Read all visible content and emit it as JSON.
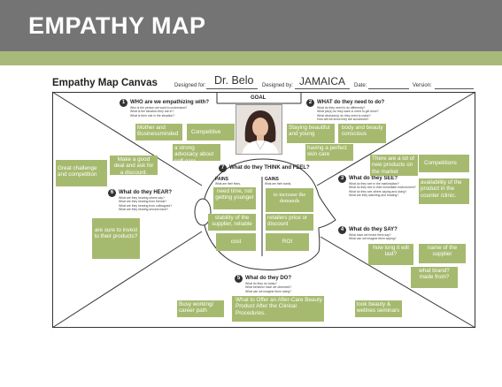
{
  "banner": {
    "title": "EMPATHY MAP"
  },
  "header": {
    "canvas_title": "Empathy Map Canvas",
    "designed_for_label": "Designed for:",
    "designed_for_value": "Dr. Belo",
    "designed_by_label": "Designed by:",
    "designed_by_value": "JAMAICA",
    "date_label": "Date:",
    "version_label": "Version:"
  },
  "goal_label": "GOAL",
  "sections": {
    "who": {
      "number": "1",
      "title": "WHO are we empathizing with?",
      "lines": [
        "Who is the person we want to understand?",
        "What is the situation they are in?",
        "What is their role in the situation?"
      ]
    },
    "need": {
      "number": "2",
      "title": "WHAT do they need to do?",
      "lines": [
        "What do they need to do differently?",
        "What job(s) do they want or need to get done?",
        "What decision(s) do they need to make?",
        "How will we know they are successful?"
      ]
    },
    "see": {
      "number": "3",
      "title": "What do they SEE?",
      "lines": [
        "What do they see in the marketplace?",
        "What do they see in their immediate environment?",
        "What do they see others saying and doing?",
        "What are they watching and reading?"
      ]
    },
    "say": {
      "number": "4",
      "title": "What do they SAY?",
      "lines": [
        "What have we heard them say?",
        "What can we imagine them saying?"
      ]
    },
    "do": {
      "number": "5",
      "title": "What do they DO?",
      "lines": [
        "What do they do today?",
        "What behavior have we observed?",
        "What can we imagine them doing?"
      ]
    },
    "hear": {
      "number": "6",
      "title": "What do they HEAR?",
      "lines": [
        "What are they hearing others say?",
        "What are they hearing from friends?",
        "What are they hearing from colleagues?",
        "What are they hearing second-hand?"
      ]
    },
    "think": {
      "number": "7",
      "title": "What do they THINK and FEEL?"
    },
    "pains": {
      "title": "PAINS",
      "sub": "What are their fears,"
    },
    "gains": {
      "title": "GAINS",
      "sub": "What are their wants,"
    }
  },
  "notes": {
    "who_1": "Mother and Businessminded",
    "who_2": "Competitive",
    "who_3": "a strong advocacy about self-care",
    "need_1": "Staying beautiful and young",
    "need_2": "body and beauty conscious",
    "need_3": "having a perfect skin care",
    "see_1": "There are a lot of new products on the market",
    "see_2": "Competitions",
    "see_3": "availability of the product in the counter /clinic.",
    "left_1": "Great challenge and competition",
    "left_2": "Make a good deal and ask for a discount.",
    "hear_1": "are sure to invest to their products?",
    "pain_1": "need time, not getting younger",
    "pain_2": "stability of the supplier, reliable",
    "pain_3": "cost",
    "gain_1": "to increase the demands",
    "gain_2": "retailers price or discount",
    "gain_3": "ROI",
    "say_1": "how long it will last?",
    "say_2": "name of the supplier",
    "say_3": "what brand? made from?",
    "do_1": "Busy working/ career path",
    "do_2": "What to Offer an After-Care Beauty Product After the Clinical Procedures.",
    "do_3": "look beauty & wellnes seminars"
  },
  "colors": {
    "banner": "#747474",
    "accent_bar": "#a9b97a",
    "note": "#a6ba6f"
  }
}
